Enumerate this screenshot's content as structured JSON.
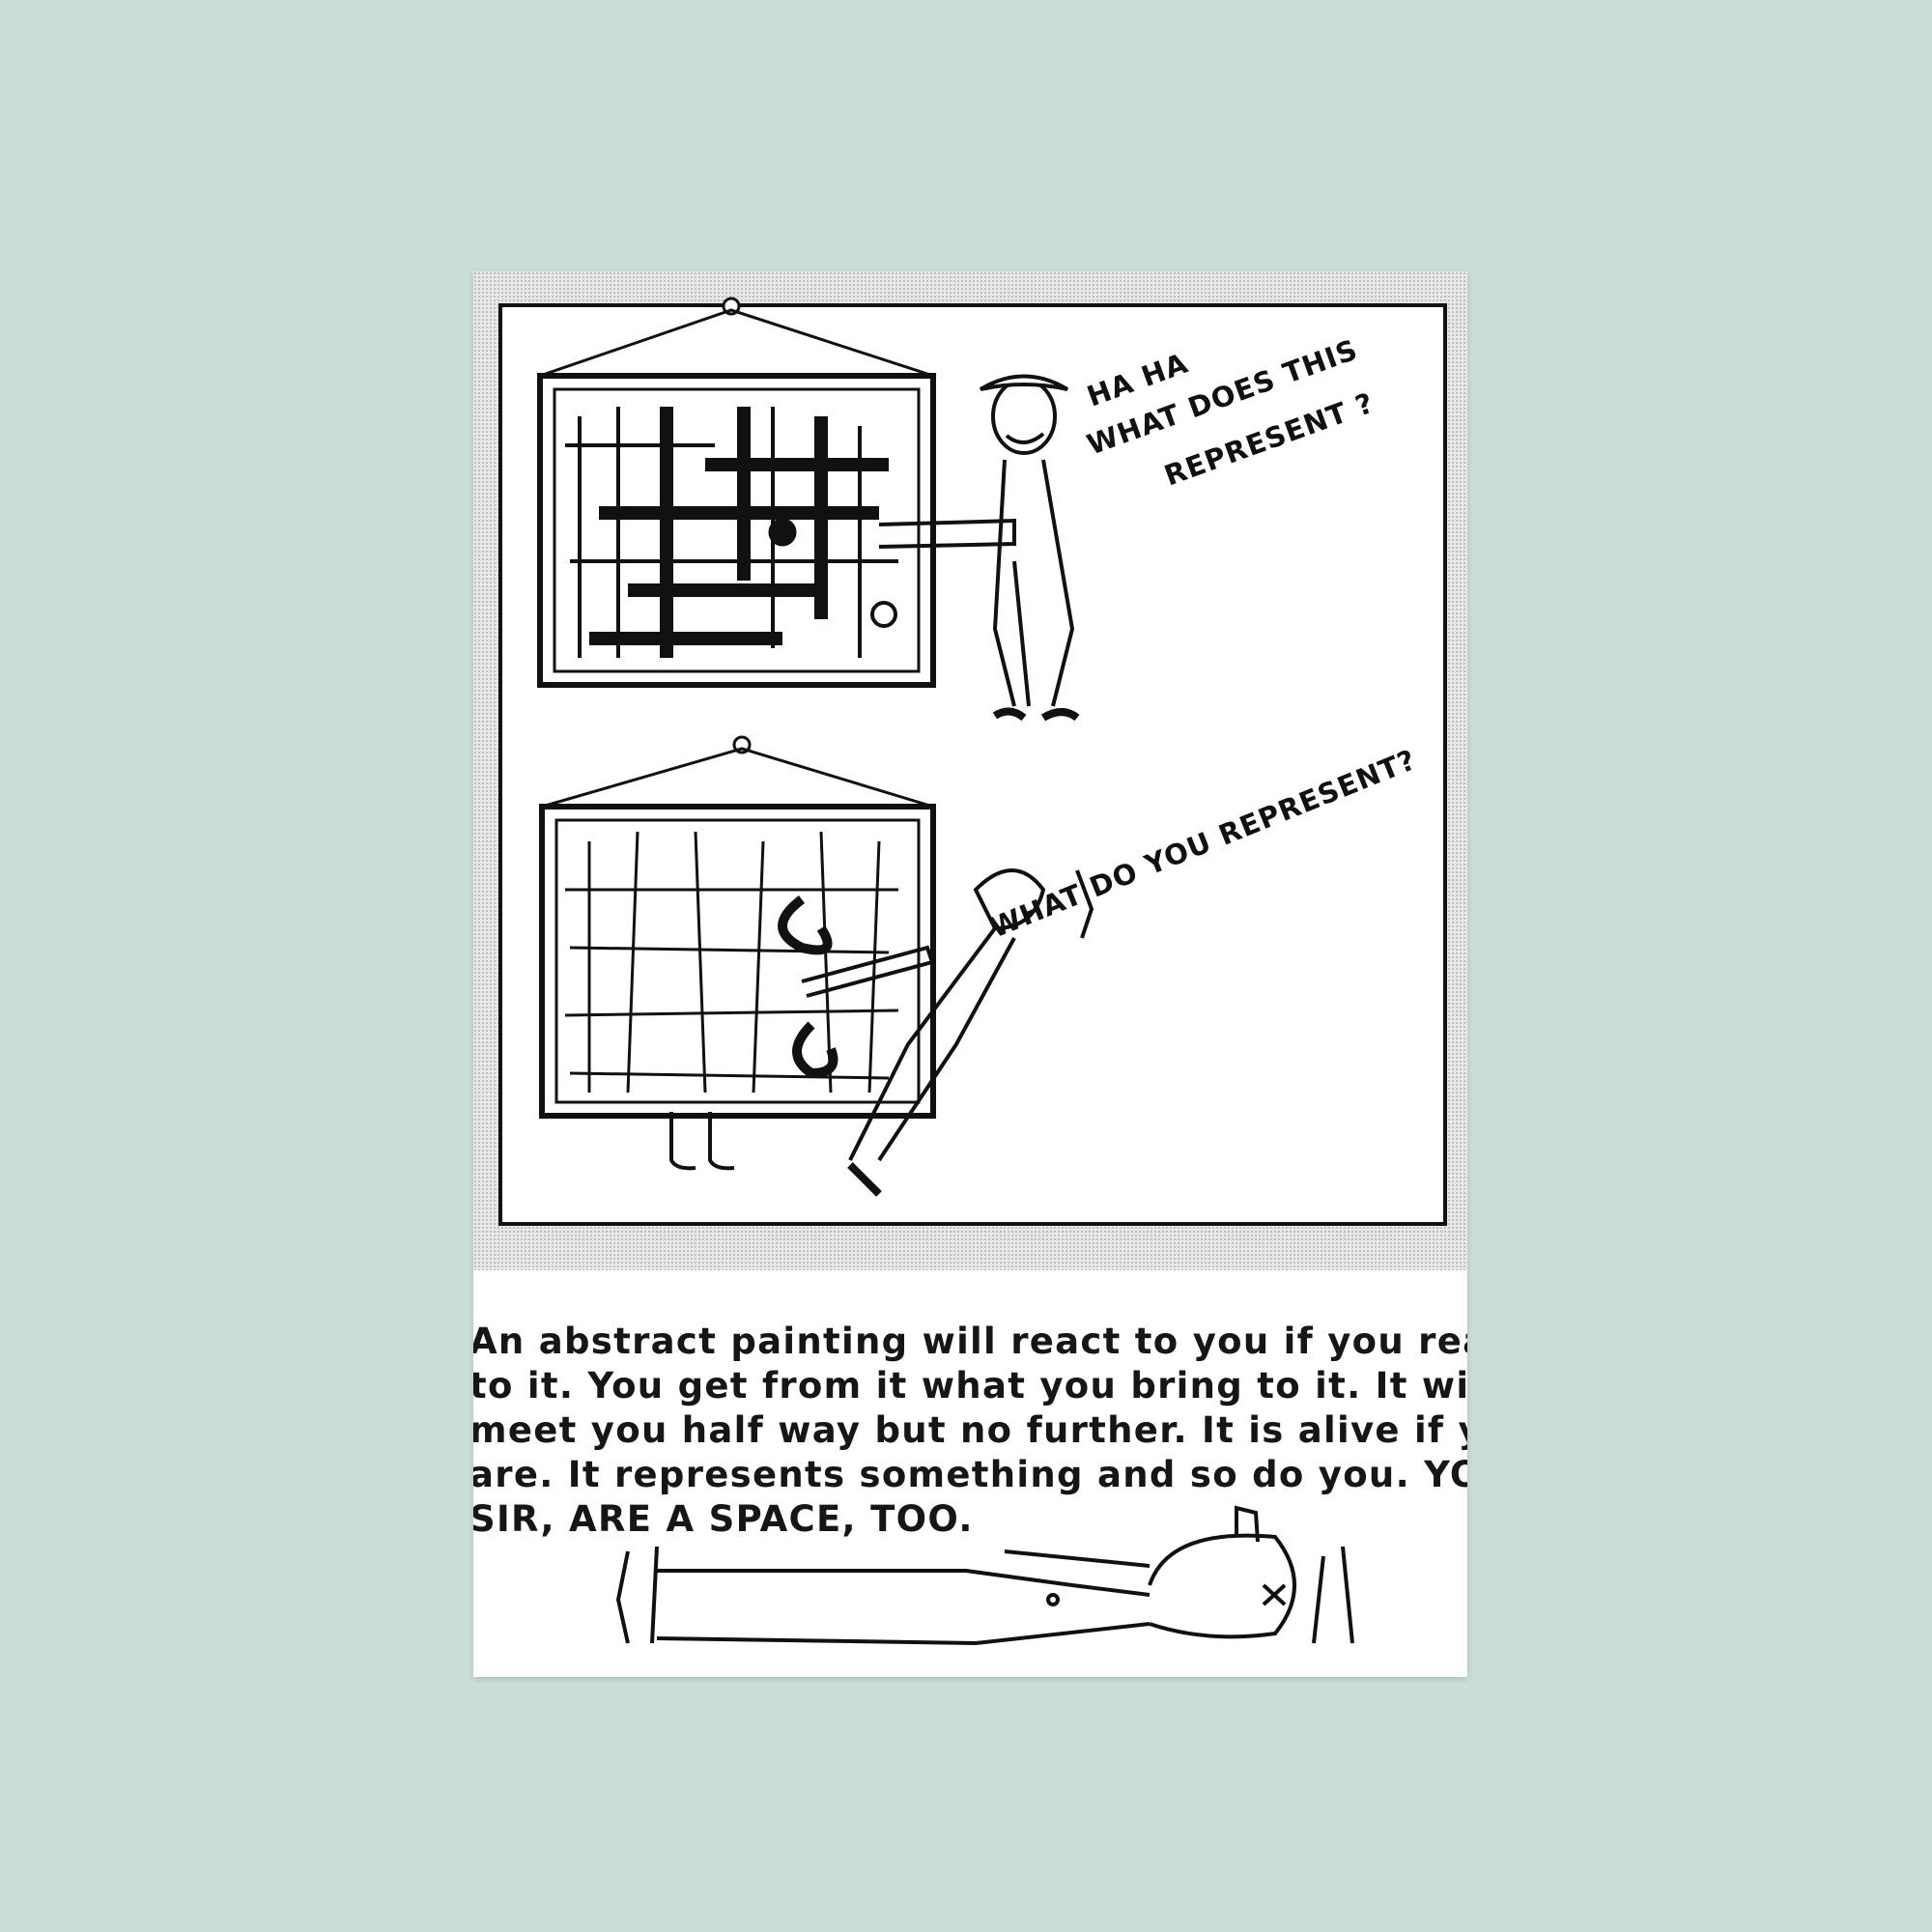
{
  "cartoon": {
    "speech_top_line1": "HA HA",
    "speech_top_line2": "WHAT DOES THIS",
    "speech_top_line3": "REPRESENT ?",
    "speech_bottom": "WHAT DO YOU REPRESENT?"
  },
  "caption": {
    "lines": [
      "An abstract painting will react to you if you react",
      "to it. You get from it what you bring to it. It will",
      "meet you half way but no further. It is alive if you",
      "are. It represents something and so do you. YOU,",
      "SIR, ARE A SPACE, TOO."
    ]
  }
}
